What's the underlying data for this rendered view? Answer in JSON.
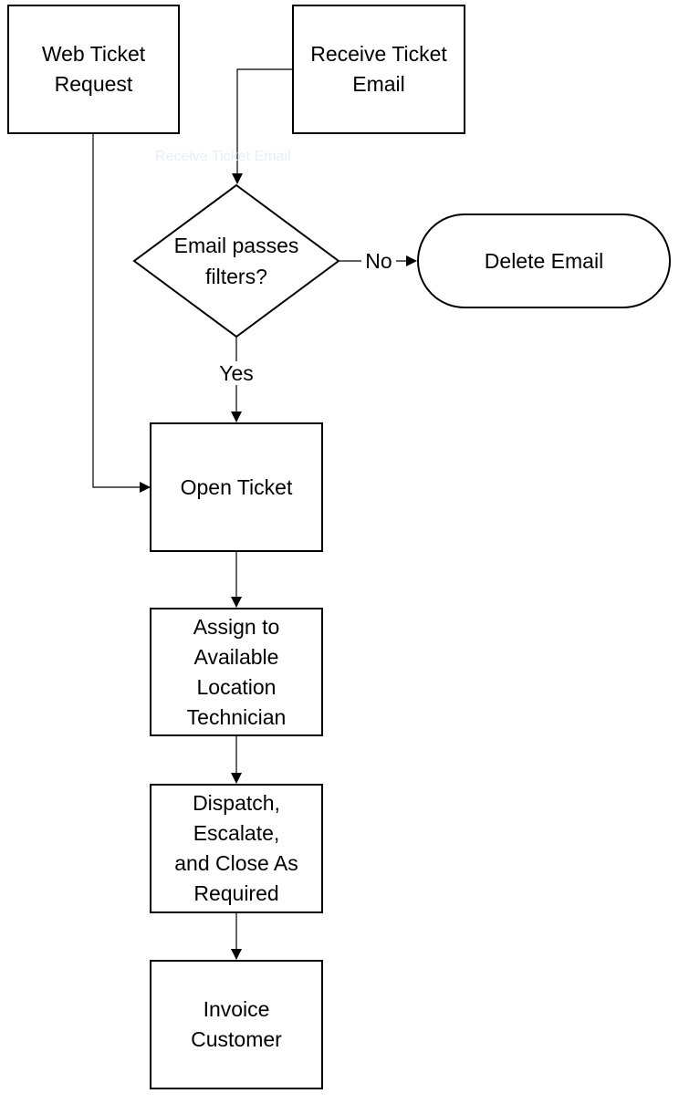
{
  "nodes": {
    "web_ticket_request": "Web Ticket Request",
    "receive_ticket_email": "Receive Ticket Email",
    "email_passes_filters": "Email passes filters?",
    "delete_email": "Delete Email",
    "open_ticket": "Open Ticket",
    "assign_technician": "Assign to Available Location Technician",
    "dispatch_escalate_close": "Dispatch, Escalate, and Close As Required",
    "invoice_customer": "Invoice Customer"
  },
  "edges": {
    "no_label": "No",
    "yes_label": "Yes"
  },
  "ghost_text": "Receive Ticket Email"
}
